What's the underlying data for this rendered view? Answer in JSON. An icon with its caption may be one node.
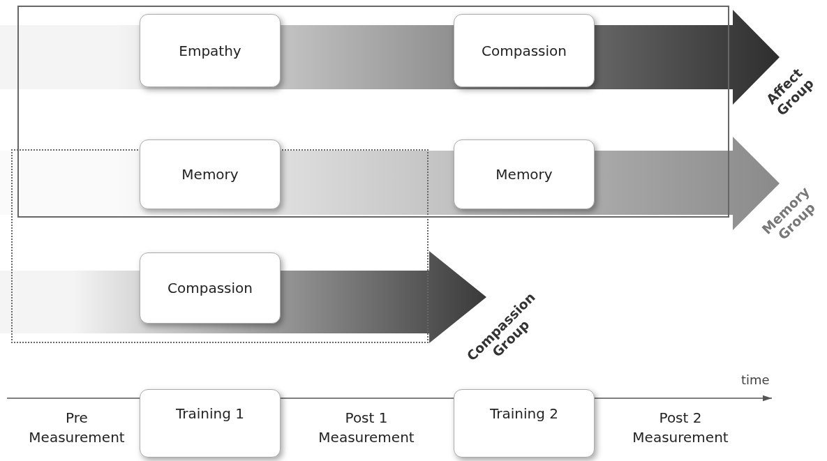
{
  "diagram": {
    "nodes": [
      {
        "text": [],
        "shape": "box"
      },
      {
        "text": [
          "Affect Group"
        ]
      },
      {
        "text": [
          "Empathy"
        ],
        "in": 1
      },
      {
        "text": [
          "Compassion"
        ],
        "in": 1
      },
      {
        "text": [
          "Memory Group"
        ]
      },
      {
        "text": [
          "Memory"
        ]
      },
      {
        "text": [
          "Memory"
        ]
      },
      {
        "text": [],
        "shape": "box"
      },
      {
        "text": [
          "Compassion Group"
        ]
      },
      {
        "text": [
          "Compassion"
        ],
        "in": 8
      },
      {
        "text": [
          "Pre Measurement"
        ]
      },
      {
        "text": [
          "Training 1"
        ]
      },
      {
        "text": [
          "Post 1 Measurement"
        ]
      },
      {
        "text": [
          "Training 2"
        ]
      },
      {
        "text": [
          "Post 2 Measurement"
        ]
      }
    ],
    "labels": [
      "time"
    ]
  }
}
